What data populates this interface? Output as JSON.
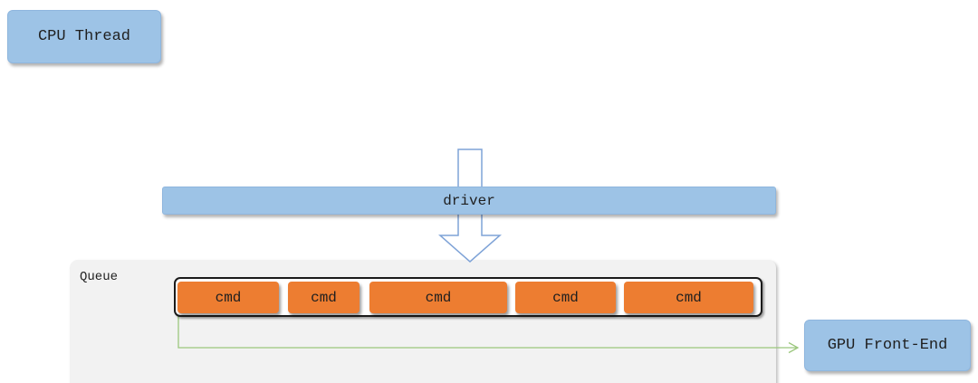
{
  "nodes": {
    "cpu_thread": {
      "label": "CPU Thread"
    },
    "driver": {
      "label": "driver"
    },
    "queue": {
      "label": "Queue"
    },
    "gpu_front_end": {
      "label": "GPU Front-End"
    }
  },
  "queue_items": [
    {
      "label": "cmd"
    },
    {
      "label": "cmd"
    },
    {
      "label": "cmd"
    },
    {
      "label": "cmd"
    },
    {
      "label": "cmd"
    }
  ],
  "icons": {
    "down_arrow": "hollow-down-arrow",
    "connector_arrowhead": "right-open-arrowhead"
  },
  "colors": {
    "node_fill_blue": "#9DC3E6",
    "node_border_blue": "#8FB6DE",
    "cmd_fill_orange": "#ED7D31",
    "queue_fill_gray": "#F2F2F2",
    "connector_green": "#9BC77D",
    "arrow_outline_blue": "#7FA3D7",
    "container_border_dark": "#1B1B1B",
    "text_dark": "#1F1F1F"
  }
}
